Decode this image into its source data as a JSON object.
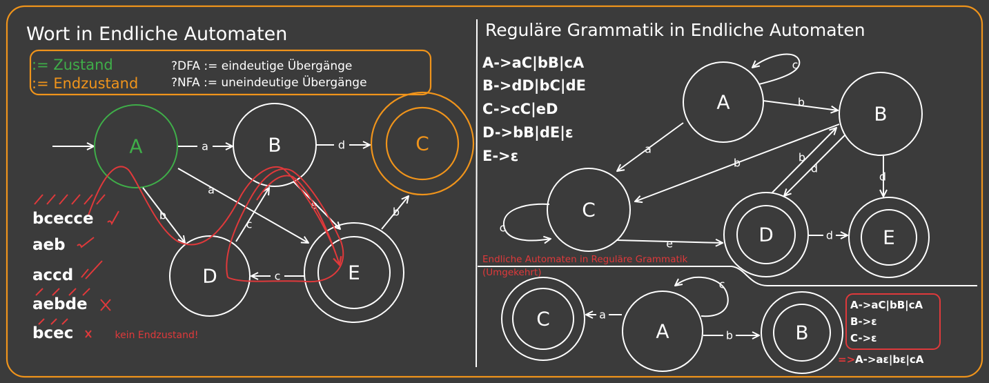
{
  "colors": {
    "background": "#3b3b3b",
    "chalk": "#ffffff",
    "frame": "#f0941b",
    "state_green": "#3fae49",
    "end_orange": "#f0941b",
    "marker_red": "#e0393b"
  },
  "left": {
    "title": "Wort in Endliche Automaten",
    "legend": {
      "zustand": ":= Zustand",
      "endzustand": ":= Endzustand",
      "dfa": "?DFA := eindeutige Übergänge",
      "nfa": "?NFA := uneindeutige Übergänge"
    },
    "states": {
      "a": "A",
      "b": "B",
      "c": "C",
      "d": "D",
      "e": "E"
    },
    "edges": {
      "ab": "a",
      "bc": "d",
      "ad": "b",
      "be_a": "a",
      "be_e": "e",
      "dc": "c",
      "ed": "c",
      "ec": "b"
    },
    "words": [
      "bcecce",
      "aeb",
      "accd",
      "aebde",
      "bcec"
    ],
    "note": "kein Endzustand!"
  },
  "right": {
    "title": "Reguläre Grammatik in Endliche Automaten",
    "rules": [
      "A->aC|bB|cA",
      "B->dD|bC|dE",
      "C->cC|eD",
      "D->bB|dE|ε",
      "E->ε"
    ],
    "states": {
      "a": "A",
      "b": "B",
      "c": "C",
      "d": "D",
      "e": "E"
    },
    "edges": {
      "aa": "c",
      "ab": "b",
      "ac": "a",
      "bc": "b",
      "bd_b": "b",
      "bd_d": "d",
      "be": "d",
      "cc": "c",
      "cd": "e",
      "de": "d"
    }
  },
  "lower": {
    "heading": "Endliche Automaten in Reguläre Grammatik",
    "subheading": "(Umgekehrt)",
    "states": {
      "c": "C",
      "a": "A",
      "b": "B"
    },
    "edges": {
      "ac": "a",
      "aa": "c",
      "ab": "b"
    },
    "rules": [
      "A->aC|bB|cA",
      "B->ε",
      "C->ε"
    ],
    "arrow": "=>",
    "result": "A->aε|bε|cA"
  }
}
